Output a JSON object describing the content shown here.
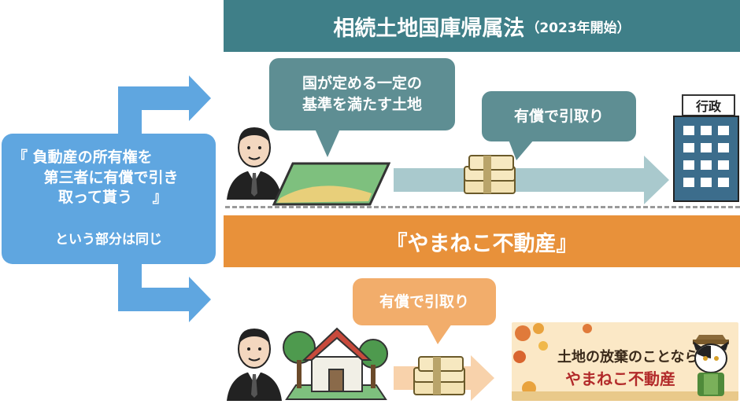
{
  "top_band": {
    "title": "相続土地国庫帰属法",
    "subtitle": "（2023年開始）"
  },
  "middle_band": {
    "title": "『やまねこ不動産』"
  },
  "left_box": {
    "quote_lines": [
      "『 負動産の所有権を",
      "第三者に有償で引き",
      "取って貰う　 』"
    ],
    "note": "という部分は同じ"
  },
  "bubbles": {
    "national_criteria": [
      "国が定める一定の",
      "基準を満たす土地"
    ],
    "paid_takeover_top": "有償で引取り",
    "paid_takeover_bottom": "有償で引取り"
  },
  "government_building": {
    "label": "行政"
  },
  "logo_banner": {
    "line1": "土地の放棄のことなら",
    "line2": "やまねこ不動産"
  },
  "icons": [
    "person-icon",
    "land-plot-icon",
    "money-bundle-icon",
    "government-building-icon",
    "house-icon",
    "cat-mascot-icon",
    "arrow-right-icon"
  ],
  "colors": {
    "teal": "#3f7f88",
    "orange": "#e8913a",
    "blue": "#5fa6e0",
    "bubble_teal": "#5e8e93",
    "bubble_orange": "#f2ad6b",
    "arrow_light_teal": "#a9c9cd",
    "arrow_light_orange": "#f8d2ab"
  }
}
